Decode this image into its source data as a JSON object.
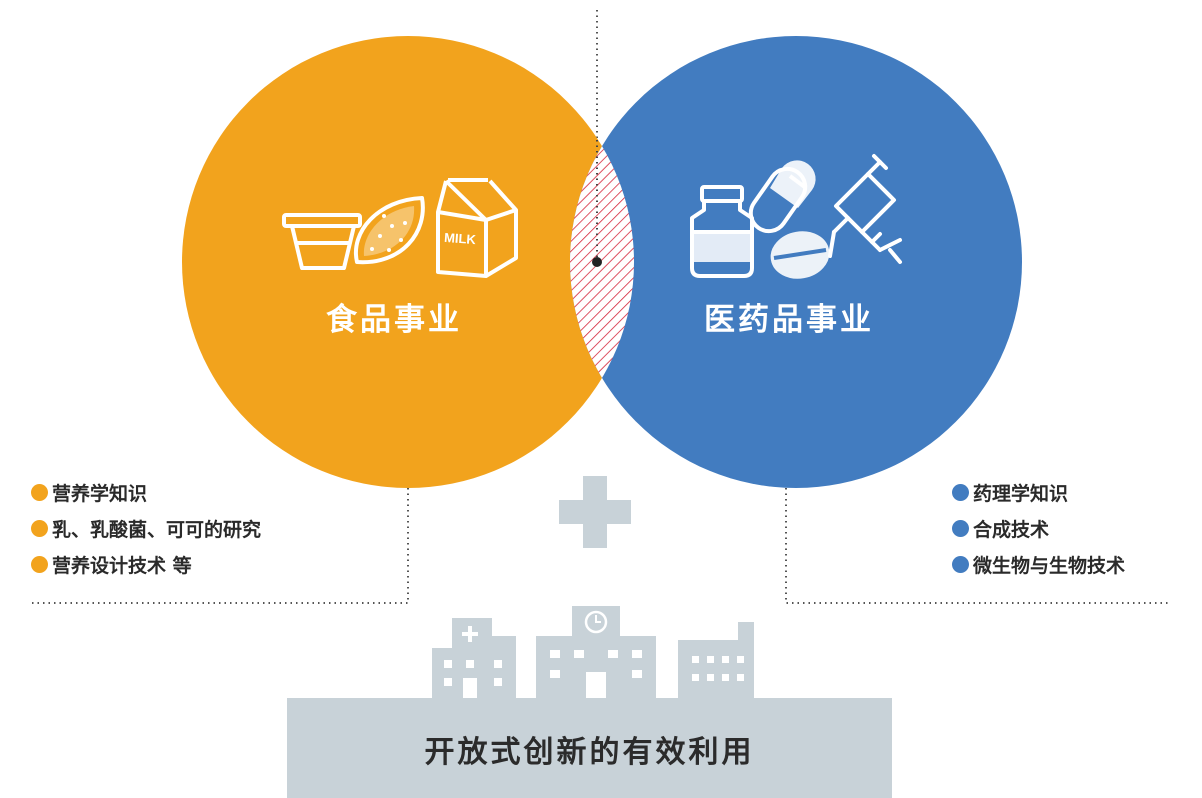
{
  "food": {
    "title": "食品事业",
    "color": "#F2A31D",
    "icons": [
      "cup-icon",
      "almond-icon",
      "milk-carton-icon"
    ],
    "milk_text": "MILK",
    "items": [
      "营养学知识",
      "乳、乳酸菌、可可的研究",
      "营养设计技术 等"
    ]
  },
  "pharma": {
    "title": "医药品事业",
    "color": "#427CC0",
    "icons": [
      "medicine-bottle-icon",
      "capsule-icon",
      "tablet-icon",
      "syringe-icon"
    ],
    "items": [
      "药理学知识",
      "合成技术",
      "微生物与生物技术"
    ]
  },
  "overlap": {
    "color": "#D6263A"
  },
  "plus": {
    "color": "#C8D2D8"
  },
  "buildings": {
    "color": "#C8D2D8",
    "icons": [
      "hospital-icon",
      "clock-building-icon",
      "factory-icon"
    ]
  },
  "bottom": {
    "title": "开放式创新的有效利用",
    "bg": "#C8D2D8"
  }
}
